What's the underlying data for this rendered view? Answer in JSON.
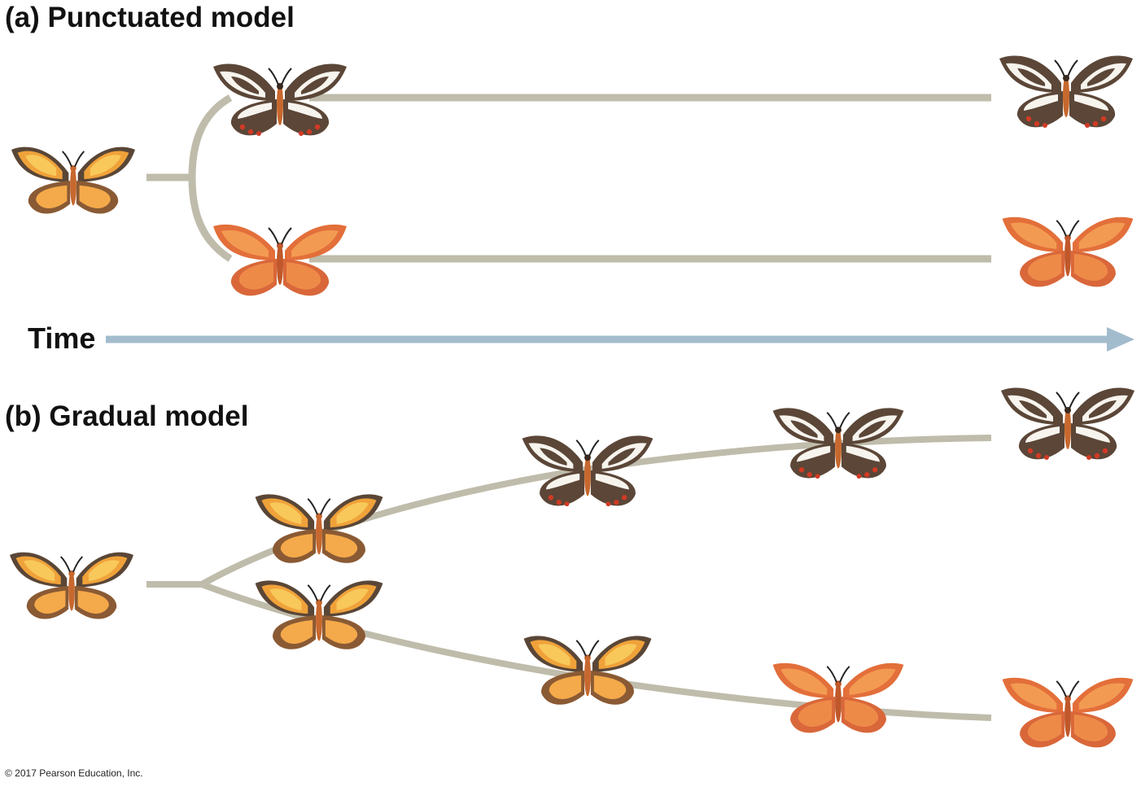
{
  "panel_a": {
    "label": "(a) Punctuated model"
  },
  "panel_b": {
    "label": "(b) Gradual model"
  },
  "time_axis": {
    "label": "Time"
  },
  "footer": {
    "copyright": "© 2017 Pearson Education, Inc."
  },
  "colors": {
    "branch": "#bfbcab",
    "time_arrow": "#a3bccd",
    "ancestral_wing_outer": "#f0a23a",
    "ancestral_wing_dark": "#5a4636",
    "lineage_white_wing": "#f7f4ee",
    "lineage_white_dark": "#5b4637",
    "lineage_orange_wing": "#e36f3a",
    "lineage_orange_light": "#f39a52",
    "body": "#c7682e",
    "red_spot": "#d23a24"
  },
  "butterflies": {
    "icon": "butterfly-icon",
    "forms": [
      "ancestral",
      "white-patterned",
      "orange"
    ]
  }
}
